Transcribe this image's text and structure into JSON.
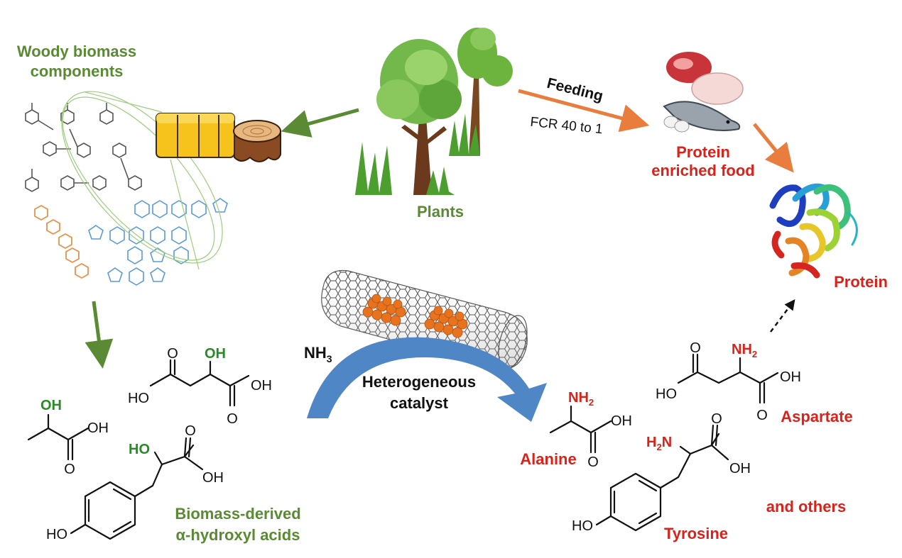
{
  "labels": {
    "woody_line1": "Woody biomass",
    "woody_line2": "components",
    "plants": "Plants",
    "feeding": "Feeding",
    "fcr": "FCR 40 to 1",
    "protein_food_line1": "Protein",
    "protein_food_line2": "enriched food",
    "protein": "Protein",
    "nh3": "NH",
    "nh3_sub": "3",
    "catalyst_line1": "Heterogeneous",
    "catalyst_line2": "catalyst",
    "biomass_acids_line1": "Biomass-derived",
    "biomass_acids_line2": "α-hydroxyl acids",
    "alanine": "Alanine",
    "aspartate": "Aspartate",
    "tyrosine": "Tyrosine",
    "and_others": "and others"
  },
  "atoms": {
    "oh": "OH",
    "ho": "HO",
    "o": "O",
    "nh2": "NH",
    "nh2_sub": "2",
    "h2n_h": "H",
    "h2n_sub": "2",
    "h2n_n": "N"
  },
  "colors": {
    "green_label": "#5a8a33",
    "red_label": "#d8221a",
    "green_arrow": "#5a8a33",
    "orange_arrow": "#e87d3e",
    "blue_arrow": "#4f86c6",
    "nanoparticle": "#e8731f"
  },
  "icons": [
    "trees-icon",
    "hay-bale-icon",
    "tree-stump-icon",
    "food-icon",
    "protein-structure-icon",
    "carbon-nanotube-icon"
  ]
}
